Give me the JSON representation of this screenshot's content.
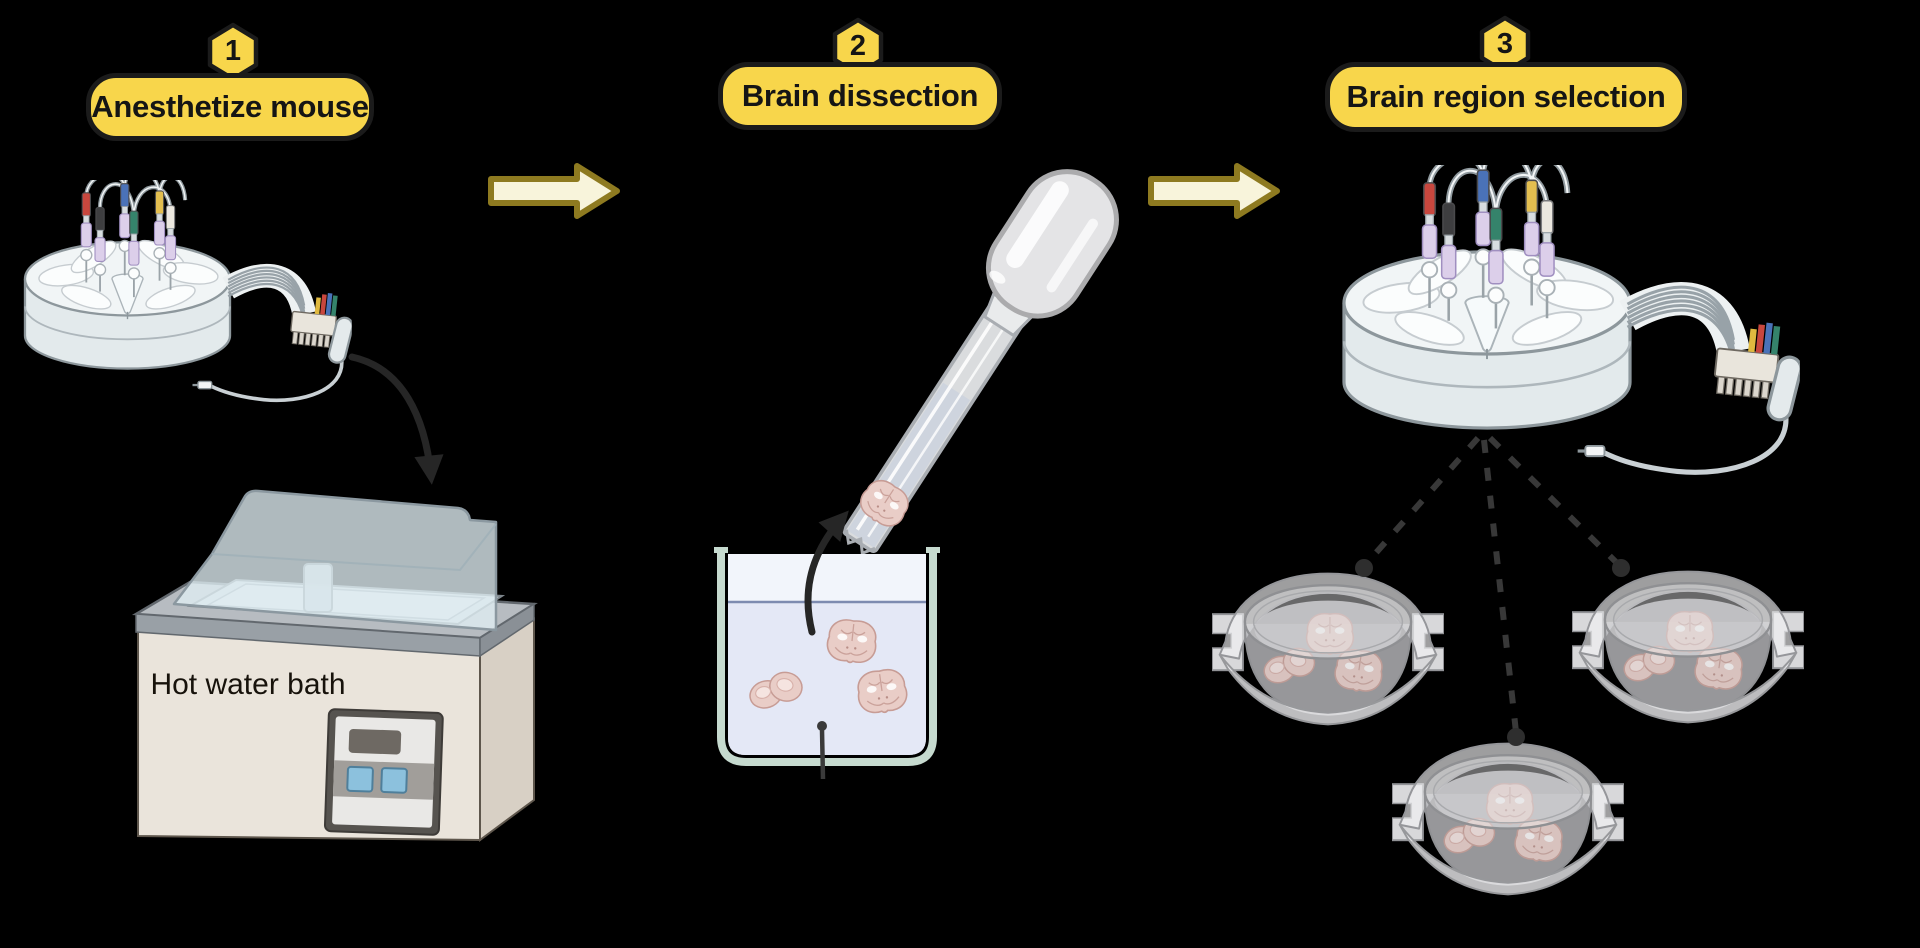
{
  "figure": {
    "type": "protocol-workflow-diagram",
    "background_color": "#000000",
    "steps": [
      {
        "number": "1",
        "label": "Anesthetize mouse"
      },
      {
        "number": "2",
        "label": "Brain dissection"
      },
      {
        "number": "3",
        "label": "Brain region selection"
      }
    ],
    "annotations": {
      "water_bath_label": "Hot water bath"
    },
    "colors": {
      "badge_fill": "#F8D64B",
      "badge_border": "#1B1B1B",
      "badge_text": "#151515",
      "flow_arrow_fill": "#F8F4DB",
      "flow_arrow_border": "#8E7A20",
      "pointer_arrow": "#262626",
      "dashed_line": "#383838",
      "brain_slice_fill": "#E9CDC7",
      "beaker_liquid": "#E4E8F6",
      "water_bath_body": "#EAE4DB",
      "electrode_wire_colors": [
        "#C8473E",
        "#3E3E40",
        "#4A72B8",
        "#35836B",
        "#E3BE4F",
        "#ECE8DF"
      ]
    },
    "illustrations": [
      {
        "name": "multichannel-recording-chamber-icon",
        "step": 1
      },
      {
        "name": "hot-water-bath-icon",
        "step": 1
      },
      {
        "name": "transfer-pipette-with-brain-slice-icon",
        "step": 2
      },
      {
        "name": "beaker-with-brain-slices-icon",
        "step": 2
      },
      {
        "name": "multichannel-recording-chamber-icon",
        "step": 3
      },
      {
        "name": "brain-slice-holding-chamber-icon",
        "step": 3,
        "count": 3
      }
    ]
  }
}
